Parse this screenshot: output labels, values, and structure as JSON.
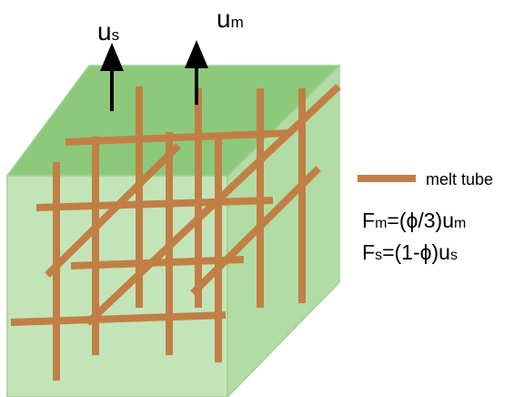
{
  "colors": {
    "top_face": "#8dc97b",
    "front_face": "#c3e4b8",
    "side_face": "#b2dca4",
    "edge": "#9fcf91",
    "tube": "#c17f45",
    "arrow": "#000000"
  },
  "labels": {
    "u_s": {
      "base": "u",
      "sub": "s"
    },
    "u_m": {
      "base": "u",
      "sub": "m"
    }
  },
  "legend": {
    "swatch_color": "#c17f45",
    "text": "melt tube"
  },
  "equations": {
    "fm": {
      "lhs": "F",
      "lhs_sub": "m",
      "rhs": "=(ϕ/3)u",
      "rhs_sub": "m"
    },
    "fs": {
      "lhs": "F",
      "lhs_sub": "s",
      "rhs": "=(1-ϕ)u",
      "rhs_sub": "s"
    }
  }
}
